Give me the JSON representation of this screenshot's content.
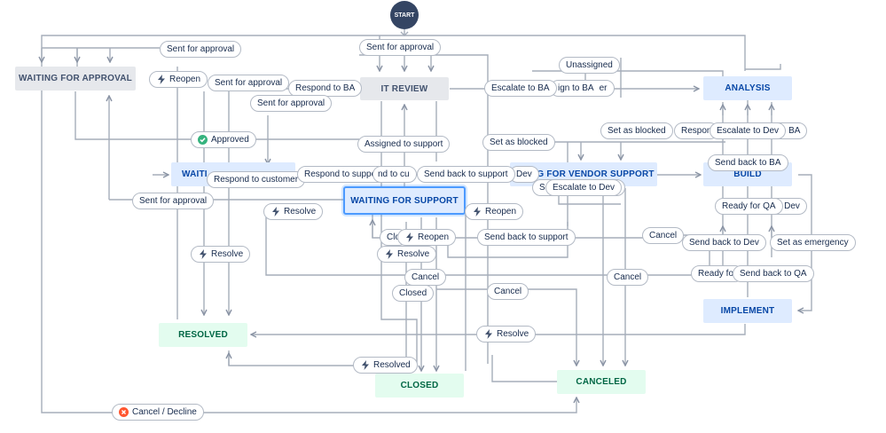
{
  "diagram": {
    "start_label": "START",
    "statuses": {
      "waiting_for_approval": "WAITING FOR APPROVAL",
      "it_review": "IT REVIEW",
      "analysis": "ANALYSIS",
      "waiting_for_customer": "WAITI",
      "waiting_for_support": "WAITING FOR SUPPORT",
      "waiting_for_vendor_support": "AITING FOR VENDOR SUPPORT",
      "build": "BUILD",
      "implement": "IMPLEMENT",
      "resolved": "RESOLVED",
      "closed": "CLOSED",
      "canceled": "CANCELED"
    },
    "transitions": [
      {
        "id": "t1",
        "label": "Sent for approval",
        "icon": ""
      },
      {
        "id": "t2",
        "label": "Sent for approval",
        "icon": ""
      },
      {
        "id": "t3",
        "label": "Reopen",
        "icon": "lightning"
      },
      {
        "id": "t4",
        "label": "Sent for approval",
        "icon": ""
      },
      {
        "id": "t5",
        "label": "Respond to BA",
        "icon": ""
      },
      {
        "id": "t6",
        "label": "Unassigned",
        "icon": ""
      },
      {
        "id": "t7",
        "label": "Escalate to BA",
        "icon": ""
      },
      {
        "id": "t8",
        "label": "ign to BA",
        "icon": ""
      },
      {
        "id": "t9",
        "label": "Sent for approval",
        "icon": ""
      },
      {
        "id": "t10",
        "label": "Approved",
        "icon": "check"
      },
      {
        "id": "t11",
        "label": "Assigned to support",
        "icon": ""
      },
      {
        "id": "t12",
        "label": "Set as blocked",
        "icon": ""
      },
      {
        "id": "t13",
        "label": "Set as blocked",
        "icon": ""
      },
      {
        "id": "t14",
        "label": "Respon",
        "icon": ""
      },
      {
        "id": "t15",
        "label": "Escalate to Dev",
        "icon": ""
      },
      {
        "id": "t16",
        "label": "to BA",
        "icon": ""
      },
      {
        "id": "t17",
        "label": "Respond to customer",
        "icon": ""
      },
      {
        "id": "t18",
        "label": "Respond to support",
        "icon": ""
      },
      {
        "id": "t19",
        "label": "nd to cu",
        "icon": ""
      },
      {
        "id": "t20",
        "label": "Send back to support",
        "icon": ""
      },
      {
        "id": "t21",
        "label": "Dev",
        "icon": ""
      },
      {
        "id": "t22",
        "label": "Send back to BA",
        "icon": ""
      },
      {
        "id": "t23",
        "label": "Se",
        "icon": ""
      },
      {
        "id": "t24",
        "label": "Escalate to Dev",
        "icon": ""
      },
      {
        "id": "t25",
        "label": "Sent for approval",
        "icon": ""
      },
      {
        "id": "t26",
        "label": "Resolve",
        "icon": "lightning"
      },
      {
        "id": "t27",
        "label": "Reopen",
        "icon": "lightning"
      },
      {
        "id": "t28",
        "label": "Ready for QA",
        "icon": ""
      },
      {
        "id": "t29",
        "label": "to Dev",
        "icon": ""
      },
      {
        "id": "t30",
        "label": "Clo",
        "icon": ""
      },
      {
        "id": "t31",
        "label": "Reopen",
        "icon": "lightning"
      },
      {
        "id": "t32",
        "label": "Send back to support",
        "icon": ""
      },
      {
        "id": "t33",
        "label": "Cancel",
        "icon": ""
      },
      {
        "id": "t34",
        "label": "Send back to Dev",
        "icon": ""
      },
      {
        "id": "t35",
        "label": "Set as emergency",
        "icon": ""
      },
      {
        "id": "t36",
        "label": "Resolve",
        "icon": "lightning"
      },
      {
        "id": "t37",
        "label": "Resolve",
        "icon": "lightning"
      },
      {
        "id": "t38",
        "label": "Ready for",
        "icon": ""
      },
      {
        "id": "t39",
        "label": "Send back to QA",
        "icon": ""
      },
      {
        "id": "t40",
        "label": "Cancel",
        "icon": ""
      },
      {
        "id": "t41",
        "label": "Cancel",
        "icon": ""
      },
      {
        "id": "t42",
        "label": "Closed",
        "icon": ""
      },
      {
        "id": "t43",
        "label": "Cancel",
        "icon": ""
      },
      {
        "id": "t44",
        "label": "Resolve",
        "icon": "lightning"
      },
      {
        "id": "t45",
        "label": "Resolved",
        "icon": "lightning"
      },
      {
        "id": "t46",
        "label": "Cancel / Decline",
        "icon": "x-circle"
      }
    ],
    "colors": {
      "line": "#9aa3b2",
      "start": "#344563",
      "check": "#36b37e",
      "decline": "#ff5630"
    }
  }
}
